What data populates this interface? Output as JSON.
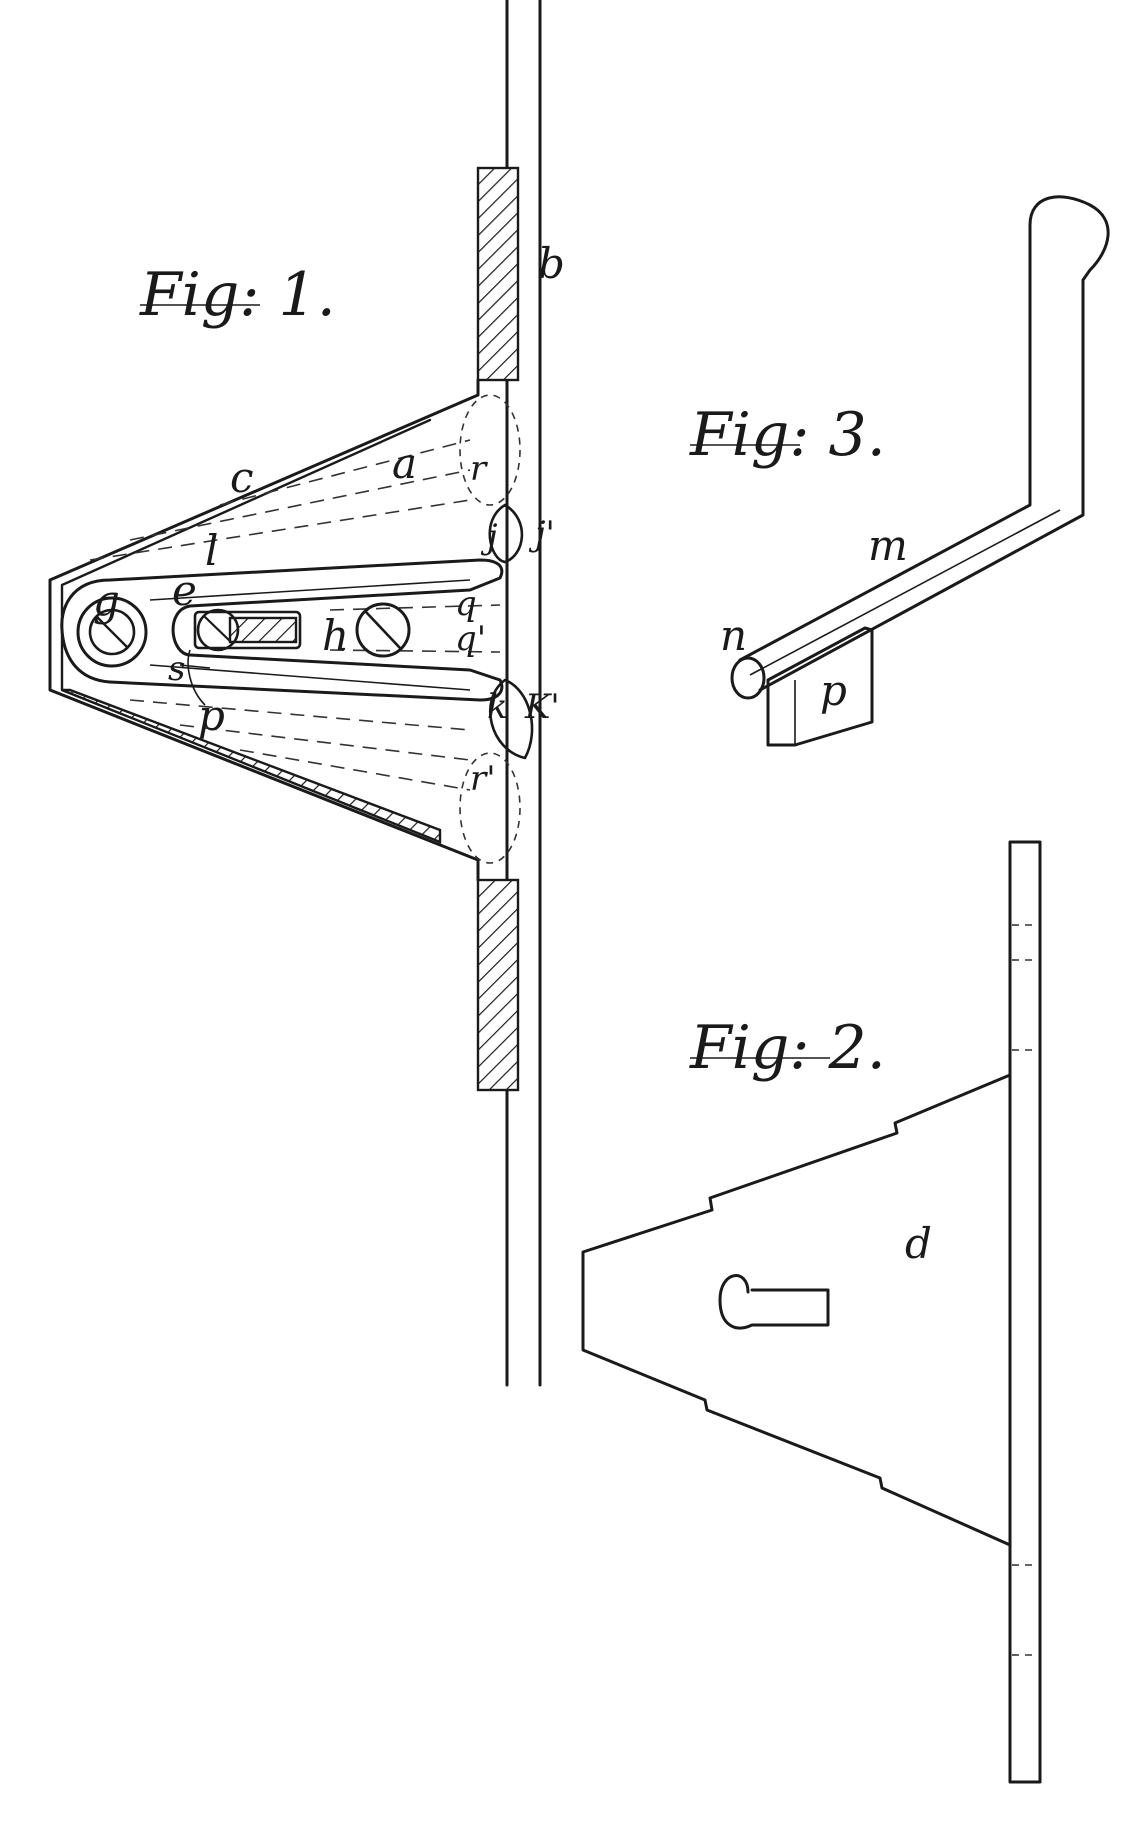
{
  "figures": {
    "fig1": {
      "title": "Fig: 1."
    },
    "fig2": {
      "title": "Fig: 2."
    },
    "fig3": {
      "title": "Fig: 3."
    }
  },
  "labels": {
    "a": "a",
    "b": "b",
    "c": "c",
    "d": "d",
    "e": "e",
    "g": "g",
    "h": "h",
    "j": "j",
    "j_prime": "j'",
    "k": "k",
    "k_prime": "K'",
    "l": "l",
    "m": "m",
    "n": "n",
    "p_fig1": "p",
    "p_fig3": "p",
    "q": "q",
    "q_prime": "q'",
    "r": "r",
    "r_prime": "r'",
    "s": "s"
  },
  "colors": {
    "ink": "#1a1a1a",
    "paper": "#ffffff"
  }
}
